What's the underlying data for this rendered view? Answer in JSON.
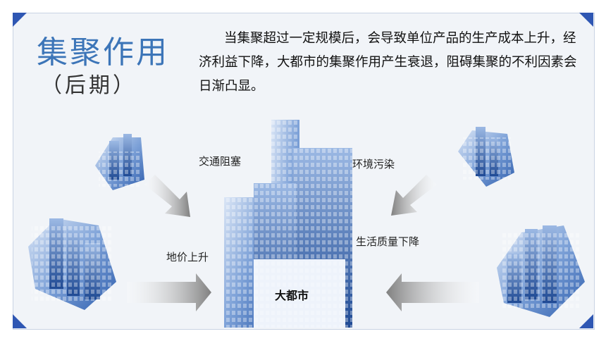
{
  "slide": {
    "title": "集聚作用",
    "subtitle": "（后期）",
    "paragraph": "当集聚超过一定规模后，会导致单位产品的生产成本上升，经济利益下降，大都市的集聚作用产生衰退，阻碍集聚的不利因素会日渐凸显。"
  },
  "diagram": {
    "center": "大都市",
    "factors": {
      "traffic": "交通阻塞",
      "pollution": "环境污染",
      "land_price": "地价上升",
      "quality": "生活质量下降"
    }
  },
  "colors": {
    "accent": "#2f57b3",
    "title": "#3c75b8",
    "building": "#4a78c4",
    "arrow": "#8c8c8c"
  }
}
